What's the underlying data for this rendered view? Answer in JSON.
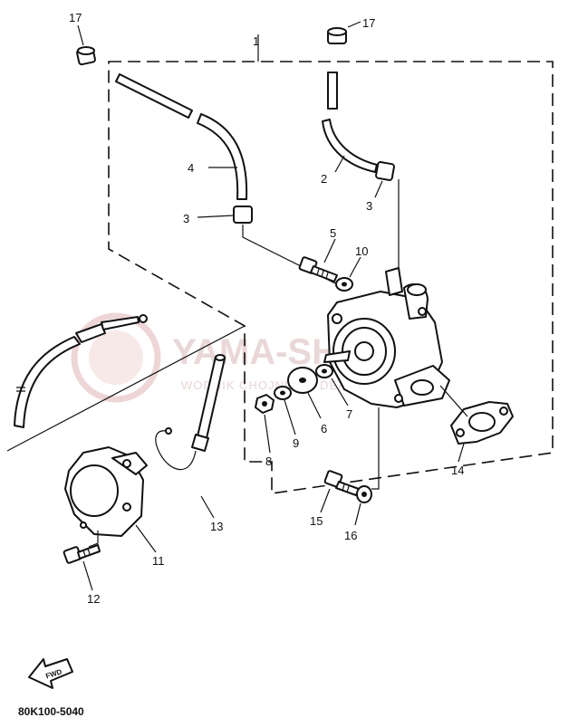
{
  "parts": [
    {
      "id": "p1",
      "num": "1"
    },
    {
      "id": "p2",
      "num": "2"
    },
    {
      "id": "p3a",
      "num": "3"
    },
    {
      "id": "p3b",
      "num": "3"
    },
    {
      "id": "p4",
      "num": "4"
    },
    {
      "id": "p5",
      "num": "5"
    },
    {
      "id": "p6",
      "num": "6"
    },
    {
      "id": "p7",
      "num": "7"
    },
    {
      "id": "p8",
      "num": "8"
    },
    {
      "id": "p9",
      "num": "9"
    },
    {
      "id": "p10",
      "num": "10"
    },
    {
      "id": "p11",
      "num": "11"
    },
    {
      "id": "p12",
      "num": "12"
    },
    {
      "id": "p13",
      "num": "13"
    },
    {
      "id": "p14",
      "num": "14"
    },
    {
      "id": "p15",
      "num": "15"
    },
    {
      "id": "p16",
      "num": "16"
    },
    {
      "id": "p17a",
      "num": "17"
    },
    {
      "id": "p17b",
      "num": "17"
    }
  ],
  "watermark": {
    "main": "YAMA-SHOP.PL",
    "sub": "WODNIK CHOJNICE · DEALER YAMAHA"
  },
  "fwd_label": "FWD",
  "diagram_code": "80K100-5040"
}
